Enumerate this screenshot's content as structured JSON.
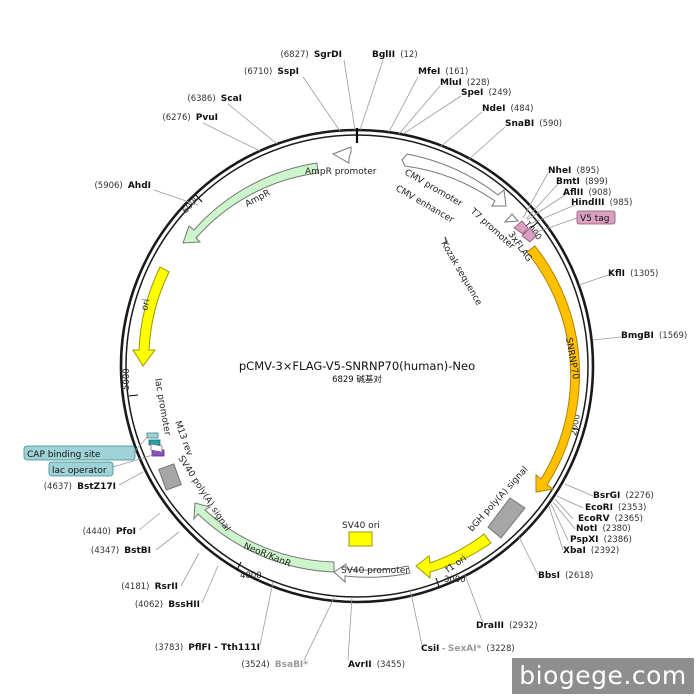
{
  "plasmid": {
    "name": "pCMV-3×FLAG-V5-SNRNP70(human)-Neo",
    "size_label": "6829 碱基对",
    "length": 6829
  },
  "ticks": [
    "1000",
    "2000",
    "3000",
    "4000",
    "5000",
    "6000"
  ],
  "tick_values": [
    1000,
    2000,
    3000,
    4000,
    5000,
    6000
  ],
  "sites": [
    {
      "name": "SgrDI",
      "pos": "(6827)",
      "bp": 6827
    },
    {
      "name": "BglII",
      "pos": "(12)",
      "bp": 12
    },
    {
      "name": "SspI",
      "pos": "(6710)",
      "bp": 6710
    },
    {
      "name": "MfeI",
      "pos": "(161)",
      "bp": 161
    },
    {
      "name": "MluI",
      "pos": "(228)",
      "bp": 228
    },
    {
      "name": "SpeI",
      "pos": "(249)",
      "bp": 249
    },
    {
      "name": "ScaI",
      "pos": "(6386)",
      "bp": 6386
    },
    {
      "name": "NdeI",
      "pos": "(484)",
      "bp": 484
    },
    {
      "name": "PvuI",
      "pos": "(6276)",
      "bp": 6276
    },
    {
      "name": "SnaBI",
      "pos": "(590)",
      "bp": 590
    },
    {
      "name": "NheI",
      "pos": "(895)",
      "bp": 895
    },
    {
      "name": "BmtI",
      "pos": "(899)",
      "bp": 899
    },
    {
      "name": "AflII",
      "pos": "(908)",
      "bp": 908
    },
    {
      "name": "AhdI",
      "pos": "(5906)",
      "bp": 5906
    },
    {
      "name": "HindIII",
      "pos": "(985)",
      "bp": 985
    },
    {
      "name": "KflI",
      "pos": "(1305)",
      "bp": 1305
    },
    {
      "name": "BmgBI",
      "pos": "(1569)",
      "bp": 1569
    },
    {
      "name": "BstZ17I",
      "pos": "(4637)",
      "bp": 4637
    },
    {
      "name": "BsrGI",
      "pos": "(2276)",
      "bp": 2276
    },
    {
      "name": "EcoRI",
      "pos": "(2353)",
      "bp": 2353
    },
    {
      "name": "EcoRV",
      "pos": "(2365)",
      "bp": 2365
    },
    {
      "name": "NotI",
      "pos": "(2380)",
      "bp": 2380
    },
    {
      "name": "PspXI",
      "pos": "(2386)",
      "bp": 2386
    },
    {
      "name": "PfoI",
      "pos": "(4440)",
      "bp": 4440
    },
    {
      "name": "XbaI",
      "pos": "(2392)",
      "bp": 2392
    },
    {
      "name": "BstBI",
      "pos": "(4347)",
      "bp": 4347
    },
    {
      "name": "BbsI",
      "pos": "(2618)",
      "bp": 2618
    },
    {
      "name": "RsrII",
      "pos": "(4181)",
      "bp": 4181
    },
    {
      "name": "BssHII",
      "pos": "(4062)",
      "bp": 4062
    },
    {
      "name": "DraIII",
      "pos": "(2932)",
      "bp": 2932
    },
    {
      "name": "PflFI - Tth111I",
      "pos": "(3783)",
      "bp": 3783
    },
    {
      "name": "CsiI",
      "sep": " - ",
      "name2": "SexAI*",
      "pos": "(3228)",
      "bp": 3228
    },
    {
      "name": "AvrII",
      "pos": "(3455)",
      "bp": 3455
    },
    {
      "name": "BsaBI*",
      "pos": "(3524)",
      "bp": 3524
    }
  ],
  "features": [
    {
      "name": "CMV enhancer"
    },
    {
      "name": "CMV promoter"
    },
    {
      "name": "T7 promoter"
    },
    {
      "name": "Kozak sequence"
    },
    {
      "name": "3xFLAG"
    },
    {
      "name": "V5 tag"
    },
    {
      "name": "SNRNP70"
    },
    {
      "name": "bGH poly(A) signal"
    },
    {
      "name": "f1 ori"
    },
    {
      "name": "SV40 promoter"
    },
    {
      "name": "SV40 ori"
    },
    {
      "name": "NeoR/KanR"
    },
    {
      "name": "SV40 poly(A) signal"
    },
    {
      "name": "M13 rev"
    },
    {
      "name": "lac promoter"
    },
    {
      "name": "CAP binding site"
    },
    {
      "name": "lac operator"
    },
    {
      "name": "ori"
    },
    {
      "name": "AmpR"
    },
    {
      "name": "AmpR promoter"
    }
  ],
  "colors": {
    "backbone": "#1a1a1a",
    "cds_yellow_orange": "#ffc000",
    "ori_yellow": "#ffff00",
    "resistance_green": "#ccf5cc",
    "promoter_white": "#ffffff",
    "polyA_grey": "#a6a6a6",
    "tag_pink": "#d9a0c0",
    "misc_teal": "#9fd3d8",
    "lac_purple": "#8a4fc6",
    "m13_teal": "#2aa1a6",
    "text_grey": "#9a9a9a"
  },
  "watermark": "biogege.com"
}
